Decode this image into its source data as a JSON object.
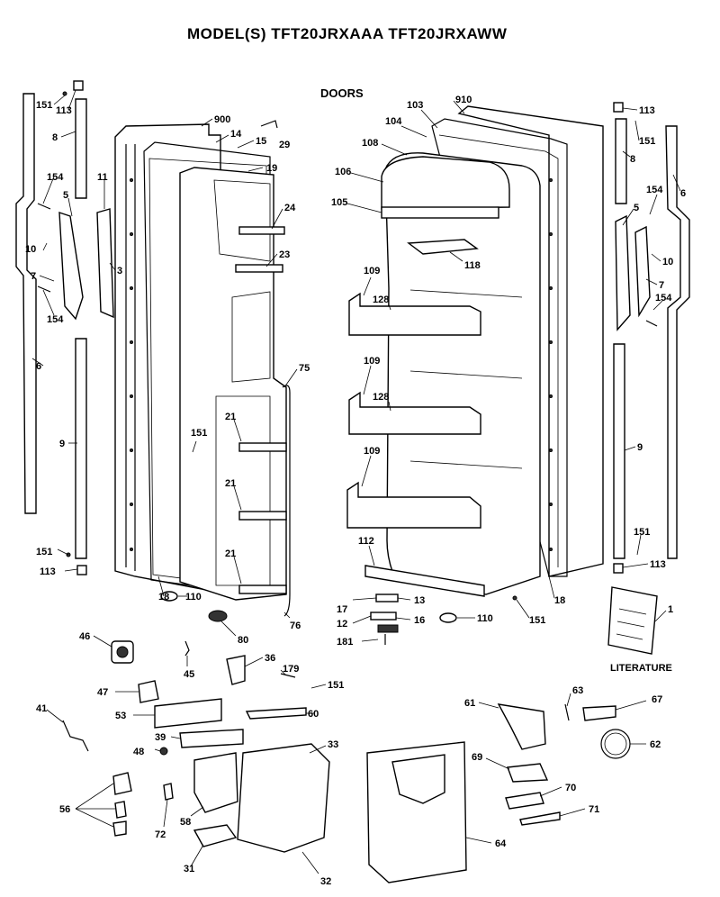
{
  "header": {
    "title": "MODEL(S) TFT20JRXAAA  TFT20JRXAWW",
    "section": "DOORS",
    "literature_label": "LITERATURE"
  },
  "callouts": [
    "151",
    "113",
    "8",
    "154",
    "5",
    "11",
    "10",
    "7",
    "3",
    "154",
    "6",
    "9",
    "151",
    "113",
    "18",
    "110",
    "900",
    "14",
    "15",
    "29",
    "19",
    "24",
    "23",
    "75",
    "151",
    "21",
    "21",
    "21",
    "76",
    "80",
    "910",
    "103",
    "104",
    "108",
    "106",
    "105",
    "118",
    "109",
    "128",
    "109",
    "128",
    "109",
    "112",
    "18",
    "13",
    "16",
    "110",
    "151",
    "17",
    "12",
    "181",
    "113",
    "151",
    "8",
    "154",
    "6",
    "5",
    "10",
    "7",
    "154",
    "9",
    "151",
    "113",
    "1",
    "46",
    "45",
    "36",
    "179",
    "151",
    "47",
    "53",
    "60",
    "41",
    "39",
    "48",
    "33",
    "56",
    "58",
    "72",
    "31",
    "32",
    "61",
    "63",
    "67",
    "62",
    "69",
    "70",
    "71",
    "64"
  ]
}
